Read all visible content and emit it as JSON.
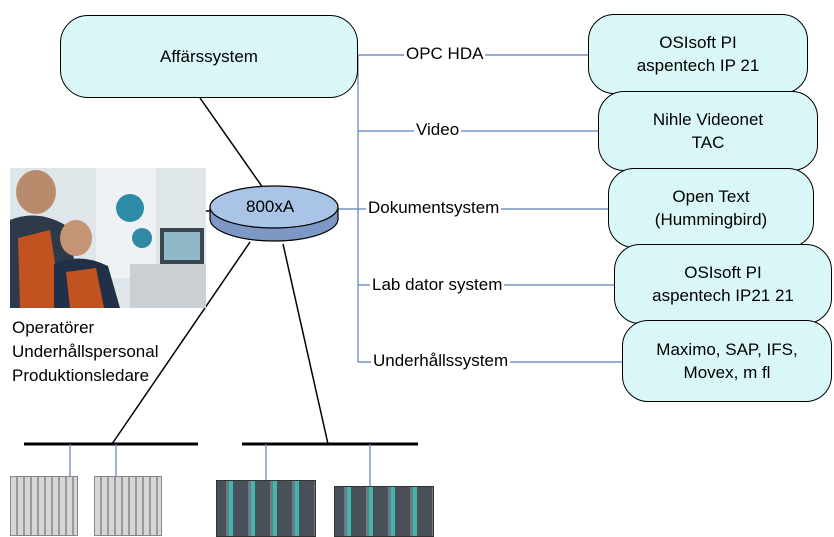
{
  "business_system": {
    "label": "Affärssystem"
  },
  "hub": {
    "label": "800xA"
  },
  "connections": [
    {
      "label": "OPC HDA",
      "target_lines": [
        "OSIsoft PI",
        "aspentech IP 21"
      ]
    },
    {
      "label": "Video",
      "target_lines": [
        "Nihle Videonet",
        "TAC"
      ]
    },
    {
      "label": "Dokumentsystem",
      "target_lines": [
        "Open Text",
        "(Hummingbird)"
      ]
    },
    {
      "label": "Lab dator system",
      "target_lines": [
        "OSIsoft PI",
        "aspentech IP21 21"
      ]
    },
    {
      "label": "Underhållssystem",
      "target_lines": [
        "Maximo, SAP, IFS,",
        "Movex, m fl"
      ]
    }
  ],
  "operators": {
    "lines": [
      "Operatörer",
      "Underhållspersonal",
      "Produktionsledare"
    ]
  },
  "colors": {
    "box_fill": "#d9f7f7",
    "hub_fill": "#a9c4e6",
    "connector": "#5b7fb6"
  }
}
